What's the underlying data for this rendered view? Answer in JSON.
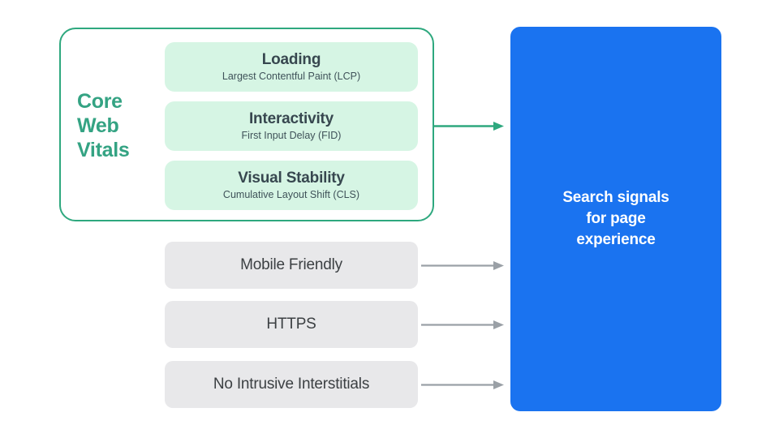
{
  "diagram": {
    "title": "Search signals for page experience",
    "colors": {
      "core_web_vitals_border": "#2ea87e",
      "core_web_vitals_label": "#34a383",
      "pill_background": "#d6f5e4",
      "pill_text": "#37474f",
      "gray_box_background": "#e8e8ea",
      "gray_box_text": "#3c4043",
      "blue_panel": "#1a73f0",
      "blue_panel_text": "#ffffff",
      "green_arrow": "#2ea87e",
      "gray_arrow": "#9aa0a6",
      "canvas_background": "#ffffff"
    }
  },
  "core_web_vitals": {
    "group_label": "Core\nWeb\nVitals",
    "metrics": [
      {
        "title": "Loading",
        "subtitle": "Largest Contentful Paint (LCP)"
      },
      {
        "title": "Interactivity",
        "subtitle": "First Input Delay (FID)"
      },
      {
        "title": "Visual Stability",
        "subtitle": "Cumulative Layout Shift (CLS)"
      }
    ]
  },
  "other_signals": [
    {
      "label": "Mobile Friendly"
    },
    {
      "label": "HTTPS"
    },
    {
      "label": "No Intrusive Interstitials"
    }
  ],
  "outcome_panel": {
    "text": "Search signals\nfor page\nexperience"
  },
  "arrows": [
    {
      "name": "core-web-vitals-arrow",
      "color": "#2ea87e"
    },
    {
      "name": "mobile-friendly-arrow",
      "color": "#9aa0a6"
    },
    {
      "name": "https-arrow",
      "color": "#9aa0a6"
    },
    {
      "name": "no-intrusive-interstitials-arrow",
      "color": "#9aa0a6"
    }
  ]
}
